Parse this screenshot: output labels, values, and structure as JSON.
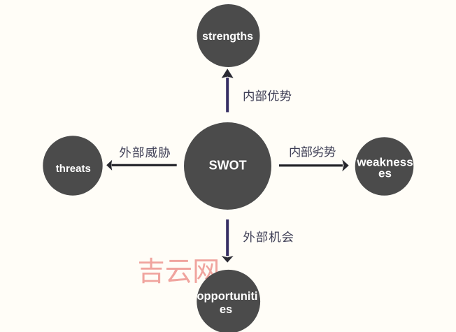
{
  "title": "SWOT",
  "colors": {
    "background": "#fffdf7",
    "circle": "#4b4b4b",
    "circle_text": "#ffffff",
    "arrow_vertical_shaft": "#362e63",
    "arrow_vertical_head": "#2a2a33",
    "arrow_horizontal_shaft": "#232329",
    "arrow_horizontal_head": "#26262c",
    "edge_label": "#3e3e55",
    "watermark": "#f0a49e"
  },
  "center": {
    "label": "SWOT"
  },
  "nodes": {
    "strengths": {
      "label": "strengths"
    },
    "threats": {
      "label": "threats"
    },
    "weaknesses": {
      "label": "weaknesses",
      "lines": [
        "weakness",
        "es"
      ]
    },
    "opportunities": {
      "label": "opportunities",
      "lines": [
        "opportuniti",
        "es"
      ]
    }
  },
  "edges": {
    "top": {
      "label": "内部优势",
      "label_path": "M99 669V-82H173V595H462C457 463 420 298 199 179C217 166 242 138 253 122C388 201 460 296 498 392C590 307 691 203 742 135L804 184C742 259 620 376 521 464C531 509 536 553 538 595H829V20C829 2 824 -4 804 -5C784 -5 716 -6 645 -3C656 -24 668 -58 671 -79C761 -79 823 -79 858 -67C892 -54 903 -30 903 19V669H539V840H463V669ZM1141 628C1168 574 1195 502 1204 455L1272 475C1263 521 1236 591 1206 645ZM1627 787V-78H1694V718H1855C1828 639 1789 533 1751 448C1841 358 1866 284 1866 222C1867 187 1860 155 1840 143C1829 136 1814 133 1799 132C1779 132 1751 132 1722 135C1734 114 1741 83 1742 64C1771 62 1803 62 1828 65C1852 68 1874 74 1890 85C1923 108 1936 156 1936 215C1936 284 1914 363 1824 457C1867 550 1913 664 1948 757L1897 790L1885 787ZM1247 826C1262 794 1278 755 1289 722H1080V654H1552V722H1366C1355 756 1334 806 1314 844ZM1433 648C1417 591 1387 508 1360 452H1051V383H1575V452H1433C1458 504 1485 572 1508 631ZM1109 291V-73H1180V-26H1454V-66H1529V291ZM1180 42V223H1454V42ZM2638 453V53C2638 -29 2658 -53 2737 -53C2754 -53 2837 -53 2854 -53C2927 -53 2946 -11 2953 140C2933 145 2902 158 2886 171C2883 39 2878 16 2848 16C2829 16 2761 16 2746 16C2716 16 2711 23 2711 53V453ZM2699 778C2748 731 2807 665 2834 624L2889 666C2860 707 2800 770 2751 814ZM2521 828C2521 753 2520 677 2517 603H2291V531H2513C2497 305 2446 99 2275 -21C2294 -34 2318 -58 2330 -76C2514 57 2570 284 2588 531H2950V603H2592C2595 678 2596 753 2596 828ZM2271 838C2218 686 2130 536 2037 439C2051 421 2073 382 2080 364C2109 396 2138 432 2165 471V-80H2237V587C2278 660 2313 738 2342 816ZM3214 840V742H3064V675H3214V578L3049 552L3064 483L3214 509V420C3214 409 3210 405 3197 405C3185 405 3142 405 3096 406C3105 388 3114 361 3117 343C3183 342 3223 343 3249 354C3276 364 3283 382 3283 420V521L3420 545L3417 612L3283 589V675H3413V742H3283V840ZM3425 350C3422 326 3417 302 3412 280H3091V213H3391C3348 106 3258 26 3044 -16C3059 -32 3078 -62 3084 -81C3326 -27 3425 75 3472 213H3781C3767 83 3751 25 3729 7C3719 -2 3707 -3 3686 -3C3662 -3 3596 -2 3531 3C3544 -15 3554 -44 3555 -65C3619 -69 3681 -70 3712 -68C3748 -66 3770 -61 3791 -40C3824 -10 3841 66 3860 247C3861 257 3863 280 3863 280H3491C3496 303 3500 326 3503 350H3449C3514 382 3559 424 3589 477C3635 445 3677 414 3705 390L3746 449C3715 474 3668 507 3617 540C3631 580 3640 626 3645 678H3770C3768 474 3775 349 3876 349C3930 349 3954 376 3962 476C3944 480 3920 492 3905 504C3902 438 3896 416 3879 416C3836 415 3834 525 3839 742H3651L3655 840H3585L3581 742H3435V678H3576C3571 641 3565 608 3556 578L3470 629L3430 578C3462 560 3496 538 3531 516C3503 465 3460 426 3393 397C3406 387 3424 366 3433 350Z"
    },
    "left": {
      "label": "外部威胁",
      "label_path": "M231 841C195 665 131 500 39 396C57 385 89 361 103 348C159 418 207 511 245 616H436C419 510 393 418 358 339C315 375 256 418 208 448L163 398C217 362 282 312 325 272C253 141 156 50 38 -10C58 -23 88 -53 101 -72C315 45 472 279 525 674L473 690L458 687H269C283 732 295 779 306 827ZM611 840V-79H689V467C769 400 859 315 904 258L966 311C912 374 802 470 716 537L689 516V840ZM1201 628C1228 574 1255 502 1264 455L1332 475C1323 521 1296 591 1266 645ZM1687 787V-78H1754V718H1915C1888 639 1849 533 1811 448C1901 358 1926 284 1926 222C1927 187 1920 155 1900 143C1889 136 1874 133 1859 132C1839 132 1811 132 1782 135C1794 114 1801 83 1802 64C1831 62 1863 62 1888 65C1912 68 1934 74 1950 85C1983 108 1996 156 1996 215C1996 284 1974 363 1884 457C1927 550 1973 664 2008 757L1957 790L1945 787ZM1307 826C1322 794 1338 755 1349 722H1140V654H1612V722H1426C1415 756 1394 806 1374 844ZM1493 648C1477 591 1447 508 1420 452H1111V383H1635V452H1493C1518 504 1545 572 1568 631ZM1169 291V-73H1240V-26H1514V-66H1589V291ZM1240 42V223H1514V42ZM2857 798C2907 770 2968 727 2998 698L3042 746C3011 775 2949 816 2899 841ZM2236 694V408C2236 275 2228 95 2151 -35C2167 -43 2196 -66 2208 -80C2293 58 2306 264 2306 408V626H2745C2753 436 2772 266 2807 140C2756 71 2694 15 2618 -29C2633 -42 2660 -69 2671 -83C2733 -43 2787 5 2833 61C2869 -29 2916 -82 2979 -82C3050 -82 3074 -33 3087 130C3068 139 3042 154 3026 170C3022 43 3011 -10 2987 -10C2947 -10 2912 42 2885 131C2954 237 3003 367 3035 521L2965 532C2942 416 2908 313 2861 226C2839 333 2824 470 2818 626H3069V694H2815C2814 741 2814 789 2814 839H2740L2743 694ZM2357 196C2405 178 2457 154 2507 129C2453 82 2389 48 2320 28C2333 14 2349 -10 2357 -27C2435 0 2507 40 2566 97C2607 74 2643 52 2671 32L2713 82C2686 101 2649 122 2609 144C2656 202 2692 274 2713 362L2672 376L2660 374H2519C2535 411 2550 449 2562 484H2712V545H2353V484H2494C2482 449 2467 411 2450 374H2341V314H2422C2400 270 2378 229 2357 196ZM2633 314C2613 260 2586 213 2552 174C2517 191 2480 208 2445 223C2460 250 2476 281 2492 314ZM3631 474C3614 374 3583 274 3540 205C3554 197 3580 179 3592 170C3636 243 3672 353 3693 463ZM4010 458C4038 366 4066 244 4074 172L4139 189C4129 258 4100 379 4070 470ZM3280 795V438C3280 292 3275 93 3211 -47C3228 -53 3257 -70 3270 -80C3313 16 3332 143 3340 262H3465V10C3465 -3 3460 -7 3449 -7C3438 -8 3403 -8 3365 -7C3374 -25 3383 -57 3385 -75C3442 -75 3477 -73 3501 -62C3523 -50 3531 -29 3531 8V795ZM3345 726H3465V566H3345ZM3345 497H3465V332H3343L3345 438ZM3758 831V665H3607V595H3758C3755 398 3729 158 3559 -37C3576 -46 3603 -68 3615 -82C3795 127 3822 384 3825 595H3937C3927 192 3916 48 3892 17C3883 3 3875 0 3859 1C3840 1 3800 1 3755 4C3767 -15 3774 -45 3776 -66C3818 -68 3861 -68 3889 -65C3917 -62 3936 -53 3954 -27C3987 18 3996 166 4007 627C4007 637 4007 665 4007 665H3825V831Z"
    },
    "right": {
      "label": "内部劣势",
      "label_path": "M99 669V-82H173V595H462C457 463 420 298 199 179C217 166 242 138 253 122C388 201 460 296 498 392C590 307 691 203 742 135L804 184C742 259 620 376 521 464C531 509 536 553 538 595H829V20C829 2 824 -4 804 -5C784 -5 716 -6 645 -3C656 -24 668 -58 671 -79C761 -79 823 -79 858 -67C892 -54 903 -30 903 19V669H539V840H463V669ZM1096 628C1123 574 1150 502 1159 455L1227 475C1218 521 1191 591 1161 645ZM1582 787V-78H1649V718H1810C1783 639 1744 533 1706 448C1796 358 1821 284 1821 222C1822 187 1815 155 1795 143C1784 136 1769 133 1754 132C1734 132 1706 132 1677 135C1689 114 1696 83 1697 64C1726 62 1758 62 1783 65C1807 68 1829 74 1845 85C1878 108 1891 156 1891 215C1891 284 1869 363 1779 457C1822 550 1868 664 1903 757L1852 790L1840 787ZM1202 826C1217 794 1233 755 1244 722H1035V654H1507V722H1321C1310 756 1289 806 1269 844ZM1388 648C1372 591 1342 508 1315 452H1006V383H1530V452H1388C1413 504 1440 572 1463 631ZM1064 291V-73H1135V-26H1409V-66H1484V291ZM1135 42V223H1409V42ZM2178 786C2135 699 2062 614 1986 559C2003 549 2034 527 2048 515C2123 576 2202 669 2252 766ZM2576 756C2657 692 2750 601 2791 540L2854 583C2809 644 2715 732 2635 792ZM2355 416C2351 376 2347 338 2340 303H2027V236H2322C2280 112 2186 28 1951 -16C1965 -32 1983 -62 1989 -80C2253 -26 2355 80 2399 236H2704C2691 90 2675 28 2653 9C2643 0 2632 -2 2610 -2C2587 -2 2523 -1 2459 6C2473 -15 2483 -45 2485 -68C2547 -72 2608 -72 2639 -70C2674 -68 2697 -62 2718 -41C2750 -9 2767 72 2785 269C2786 280 2788 303 2788 303H2415C2421 338 2425 376 2429 416ZM2366 839V530H2433C2302 474 2132 444 1961 429C1974 411 1994 378 2001 359C2272 394 2552 462 2685 626L2611 654C2571 604 2511 564 2439 533V839ZM3079 840V742H2929V675H3079V578L2914 552L2929 483L3079 509V420C3079 409 3075 405 3062 405C3050 405 3007 405 2961 406C2970 388 2979 361 2982 343C3048 342 3088 343 3114 354C3141 364 3148 382 3148 420V521L3285 545L3282 612L3148 589V675H3278V742H3148V840ZM3290 350C3287 326 3282 302 3277 280H2956V213H3256C3213 106 3123 26 2909 -16C2924 -32 2943 -62 2949 -81C3191 -27 3290 75 3337 213H3646C3632 83 3616 25 3594 7C3584 -2 3572 -3 3551 -3C3527 -3 3461 -2 3396 3C3409 -15 3419 -44 3420 -65C3484 -69 3546 -70 3577 -68C3613 -66 3635 -61 3656 -40C3689 -10 3706 66 3725 247C3726 257 3728 280 3728 280H3356C3361 303 3365 326 3368 350H3314C3379 382 3424 424 3454 477C3500 445 3542 414 3570 390L3611 449C3580 474 3533 507 3482 540C3496 580 3505 626 3510 678H3635C3633 474 3640 349 3741 349C3795 349 3819 376 3827 476C3809 480 3785 492 3770 504C3767 438 3761 416 3744 416C3701 415 3699 525 3704 742H3516L3520 840H3450L3446 742H3300V678H3441C3436 641 3430 608 3421 578L3335 629L3295 578C3327 560 3361 538 3396 516C3368 465 3325 426 3258 397C3271 387 3289 366 3298 350Z"
    },
    "bottom": {
      "label": "外部机会",
      "label_path": "M231 841C195 665 131 500 39 396C57 385 89 361 103 348C159 418 207 511 245 616H436C419 510 393 418 358 339C315 375 256 418 208 448L163 398C217 362 282 312 325 272C253 141 156 50 38 -10C58 -23 88 -53 101 -72C315 45 472 279 525 674L473 690L458 687H269C283 732 295 779 306 827ZM611 840V-79H689V467C769 400 859 315 904 258L966 311C912 374 802 470 716 537L689 516V840ZM1191 628C1218 574 1245 502 1254 455L1322 475C1313 521 1286 591 1256 645ZM1677 787V-78H1744V718H1905C1878 639 1839 533 1801 448C1891 358 1916 284 1916 222C1917 187 1910 155 1890 143C1879 136 1864 133 1849 132C1829 132 1801 132 1772 135C1784 114 1791 83 1792 64C1821 62 1853 62 1878 65C1902 68 1924 74 1940 85C1973 108 1986 156 1986 215C1986 284 1964 363 1874 457C1917 550 1963 664 1998 757L1947 790L1935 787ZM1297 826C1312 794 1328 755 1339 722H1130V654H1602V722H1416C1405 756 1384 806 1364 844ZM1483 648C1467 591 1437 508 1410 452H1101V383H1625V452H1483C1508 504 1535 572 1558 631ZM1159 291V-73H1230V-26H1504V-66H1579V291ZM1230 42V223H1504V42ZM2598 783V462C2598 307 2584 108 2449 -32C2466 -41 2495 -66 2506 -80C2650 68 2671 295 2671 462V712H2859V68C2859 -18 2865 -36 2882 -51C2897 -64 2919 -70 2939 -70C2952 -70 2975 -70 2990 -70C3011 -70 3029 -66 3043 -56C3058 -46 3066 -29 3071 0C3075 25 3079 99 3079 156C3060 162 3037 174 3022 188C3021 121 3020 68 3017 45C3016 22 3013 13 3007 7C3003 2 2995 0 2987 0C2977 0 2965 0 2958 0C2950 0 2945 2 2940 6C2935 10 2933 29 2933 62V783ZM2318 840V626H2152V554H2308C2272 415 2199 259 2128 175C2140 157 2159 127 2167 107C2223 176 2277 289 2318 406V-79H2391V380C2430 330 2477 268 2497 234L2544 296C2521 322 2426 429 2391 464V554H2539V626H2391V840ZM3307 -58C3345 -44 3401 -40 3931 5C3954 -25 3974 -54 3988 -79L4055 -38C4011 37 3916 145 3826 225L3763 191C3802 155 3842 113 3878 71L3423 36C3494 102 3565 182 3627 264H4068V337H3239V264H3525C3460 175 3384 96 3357 72C3326 43 3303 24 3281 19C3290 -1 3303 -41 3307 -58ZM3654 840C3564 706 3388 579 3192 496C3210 482 3236 450 3247 431C3305 458 3361 488 3414 521V460H3891V530H3427C3513 586 3590 649 3653 718C3713 656 3797 588 3891 530C3945 496 4003 466 4060 443C4072 463 4097 494 4113 509C3951 565 3788 674 3696 769L3726 809Z"
    }
  },
  "watermark": {
    "text": "吉云网",
    "text_path": "M459 840V699H63V629H459V481H125V409H885V481H537V629H935V699H537V840ZM179 296V-89H256V-40H750V-89H830V296ZM256 29V228H750V29ZM1165 760V684H1842V760ZM1141 -44C1182 -27 1240 -24 1791 24C1815 -16 1836 -52 1852 -83L1924 -41C1874 53 1773 199 1688 312L1620 277C1660 222 1705 157 1746 94L1243 56C1323 152 1404 275 1471 401H1945V478H1056V401H1367C1303 272 1219 149 1190 114C1158 73 1135 46 1112 40C1123 16 1137 -26 1141 -44ZM2194 536C2239 481 2288 416 2333 352C2295 245 2242 155 2172 88C2188 79 2218 57 2230 46C2291 110 2340 191 2379 285C2411 238 2438 194 2457 157L2506 206C2482 249 2447 303 2407 360C2435 443 2456 534 2472 632L2403 640C2392 565 2377 494 2358 428C2319 480 2279 532 2240 578ZM2483 535C2529 480 2577 415 2620 350C2580 240 2526 148 2452 80C2469 71 2498 49 2511 38C2575 103 2625 184 2664 280C2699 224 2728 171 2747 127L2799 171C2776 224 2738 290 2693 358C2720 440 2740 531 2755 630L2687 638C2676 564 2662 494 2644 428C2608 479 2570 529 2532 574ZM2088 780V-78H2164V708H2840V20C2840 2 2833 -3 2814 -4C2795 -5 2729 -6 2663 -3C2674 -23 2687 -57 2692 -77C2782 -78 2837 -76 2869 -64C2902 -52 2915 -28 2915 20V780Z"
  }
}
